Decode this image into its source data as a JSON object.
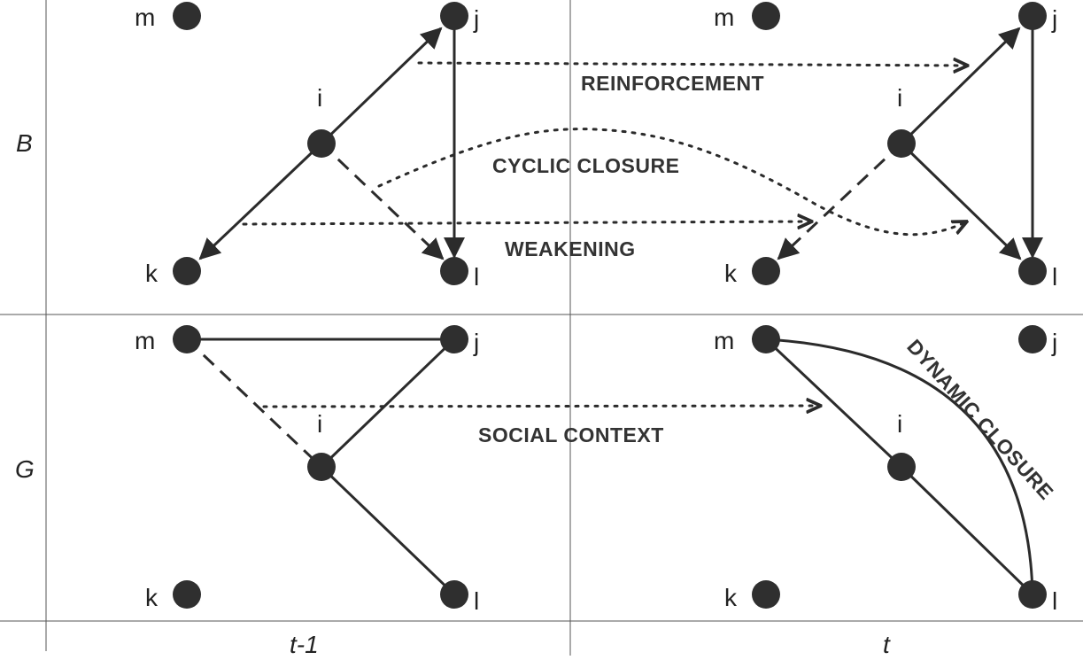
{
  "rows": {
    "B": "B",
    "G": "G"
  },
  "columns": {
    "prev": "t-1",
    "curr": "t"
  },
  "nodes": {
    "m": "m",
    "j": "j",
    "i": "i",
    "k": "k",
    "l": "l"
  },
  "annotations": {
    "reinforcement": "REINFORCEMENT",
    "cyclic_closure": "CYCLIC CLOSURE",
    "weakening": "WEAKENING",
    "social_context": "SOCIAL CONTEXT",
    "dynamic_closure": "DYNAMIC CLOSURE"
  },
  "colors": {
    "node": "#2f2f2f",
    "line": "#2b2b2b",
    "text": "#333333"
  }
}
